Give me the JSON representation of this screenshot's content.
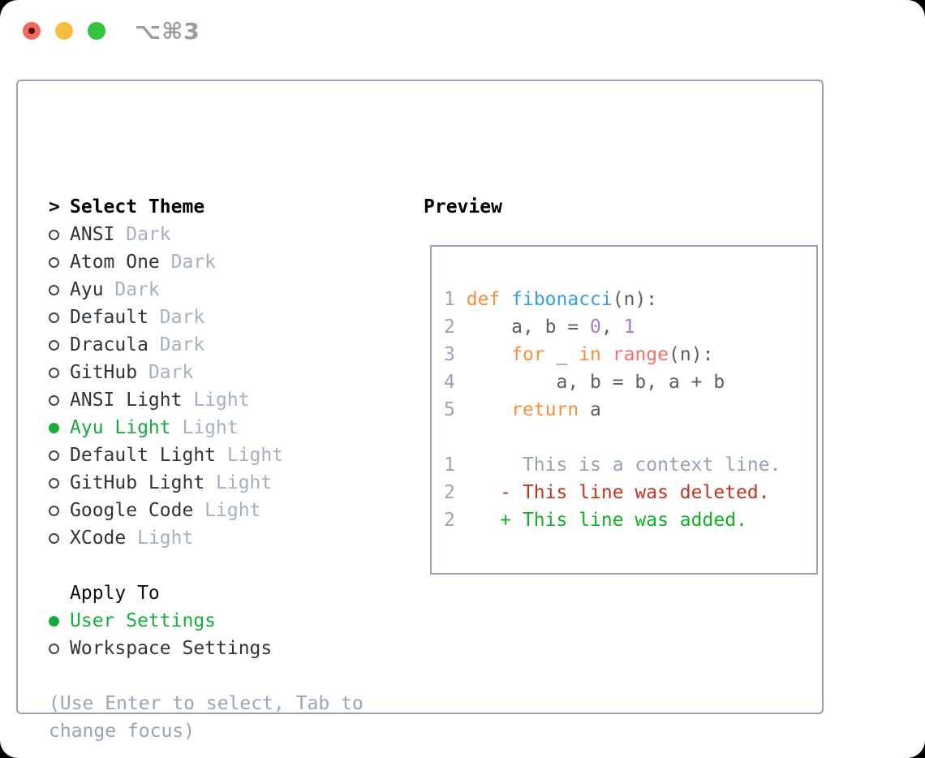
{
  "window": {
    "title": "⌥⌘3"
  },
  "picker": {
    "header_prefix": ">",
    "header": "Select Theme",
    "items": [
      {
        "name": "ANSI",
        "variant": "Dark",
        "selected": false
      },
      {
        "name": "Atom One",
        "variant": "Dark",
        "selected": false
      },
      {
        "name": "Ayu",
        "variant": "Dark",
        "selected": false
      },
      {
        "name": "Default",
        "variant": "Dark",
        "selected": false
      },
      {
        "name": "Dracula",
        "variant": "Dark",
        "selected": false
      },
      {
        "name": "GitHub",
        "variant": "Dark",
        "selected": false
      },
      {
        "name": "ANSI Light",
        "variant": "Light",
        "selected": false
      },
      {
        "name": "Ayu Light",
        "variant": "Light",
        "selected": true
      },
      {
        "name": "Default Light",
        "variant": "Light",
        "selected": false
      },
      {
        "name": "GitHub Light",
        "variant": "Light",
        "selected": false
      },
      {
        "name": "Google Code",
        "variant": "Light",
        "selected": false
      },
      {
        "name": "XCode",
        "variant": "Light",
        "selected": false
      }
    ],
    "apply_to": {
      "label": "Apply To",
      "options": [
        {
          "name": "User Settings",
          "selected": true
        },
        {
          "name": "Workspace Settings",
          "selected": false
        }
      ]
    },
    "help_line1": "(Use Enter to select, Tab to",
    "help_line2": "change focus)"
  },
  "preview": {
    "label": "Preview",
    "code_lines": [
      {
        "num": "1",
        "tokens": [
          [
            "kw",
            "def"
          ],
          [
            "pl",
            " "
          ],
          [
            "fn",
            "fibonacci"
          ],
          [
            "pl",
            "(n):"
          ]
        ]
      },
      {
        "num": "2",
        "tokens": [
          [
            "pl",
            "    a, b = "
          ],
          [
            "num",
            "0"
          ],
          [
            "pl",
            ", "
          ],
          [
            "num",
            "1"
          ]
        ]
      },
      {
        "num": "3",
        "tokens": [
          [
            "pl",
            "    "
          ],
          [
            "kw",
            "for"
          ],
          [
            "pl",
            " _ "
          ],
          [
            "kw",
            "in"
          ],
          [
            "pl",
            " "
          ],
          [
            "bi",
            "range"
          ],
          [
            "pl",
            "(n):"
          ]
        ]
      },
      {
        "num": "4",
        "tokens": [
          [
            "pl",
            "        a, b = b, a + b"
          ]
        ]
      },
      {
        "num": "5",
        "tokens": [
          [
            "pl",
            "    "
          ],
          [
            "kw",
            "return"
          ],
          [
            "pl",
            " a"
          ]
        ]
      }
    ],
    "diff_lines": [
      {
        "num": "1",
        "sign": " ",
        "text": "This is a context line.",
        "type": "context"
      },
      {
        "num": "2",
        "sign": "-",
        "text": "This line was deleted.",
        "type": "deleted"
      },
      {
        "num": "2",
        "sign": "+",
        "text": "This line was added.",
        "type": "added"
      }
    ]
  },
  "colors": {
    "accent_green": "#17ad3d",
    "item_text": "#2f343c",
    "muted_variant": "#a6b0bf",
    "panel_border": "#99a2ae",
    "help_text": "#9aa5b3",
    "title_text": "#9b9b9b",
    "code": {
      "plain": "#5b6066",
      "keyword": "#fa8d3e",
      "function": "#399ee6",
      "number": "#a37acc",
      "builtin": "#f07171",
      "line_number": "#9aa5b3",
      "diff_context": "#98a2b0",
      "diff_deleted": "#c13422",
      "diff_added": "#10b225"
    },
    "traffic_lights": {
      "close": "#ee6a5f",
      "close_dot": "#5e0a06",
      "minimize": "#f6bd40",
      "zoom": "#32c33f"
    }
  }
}
